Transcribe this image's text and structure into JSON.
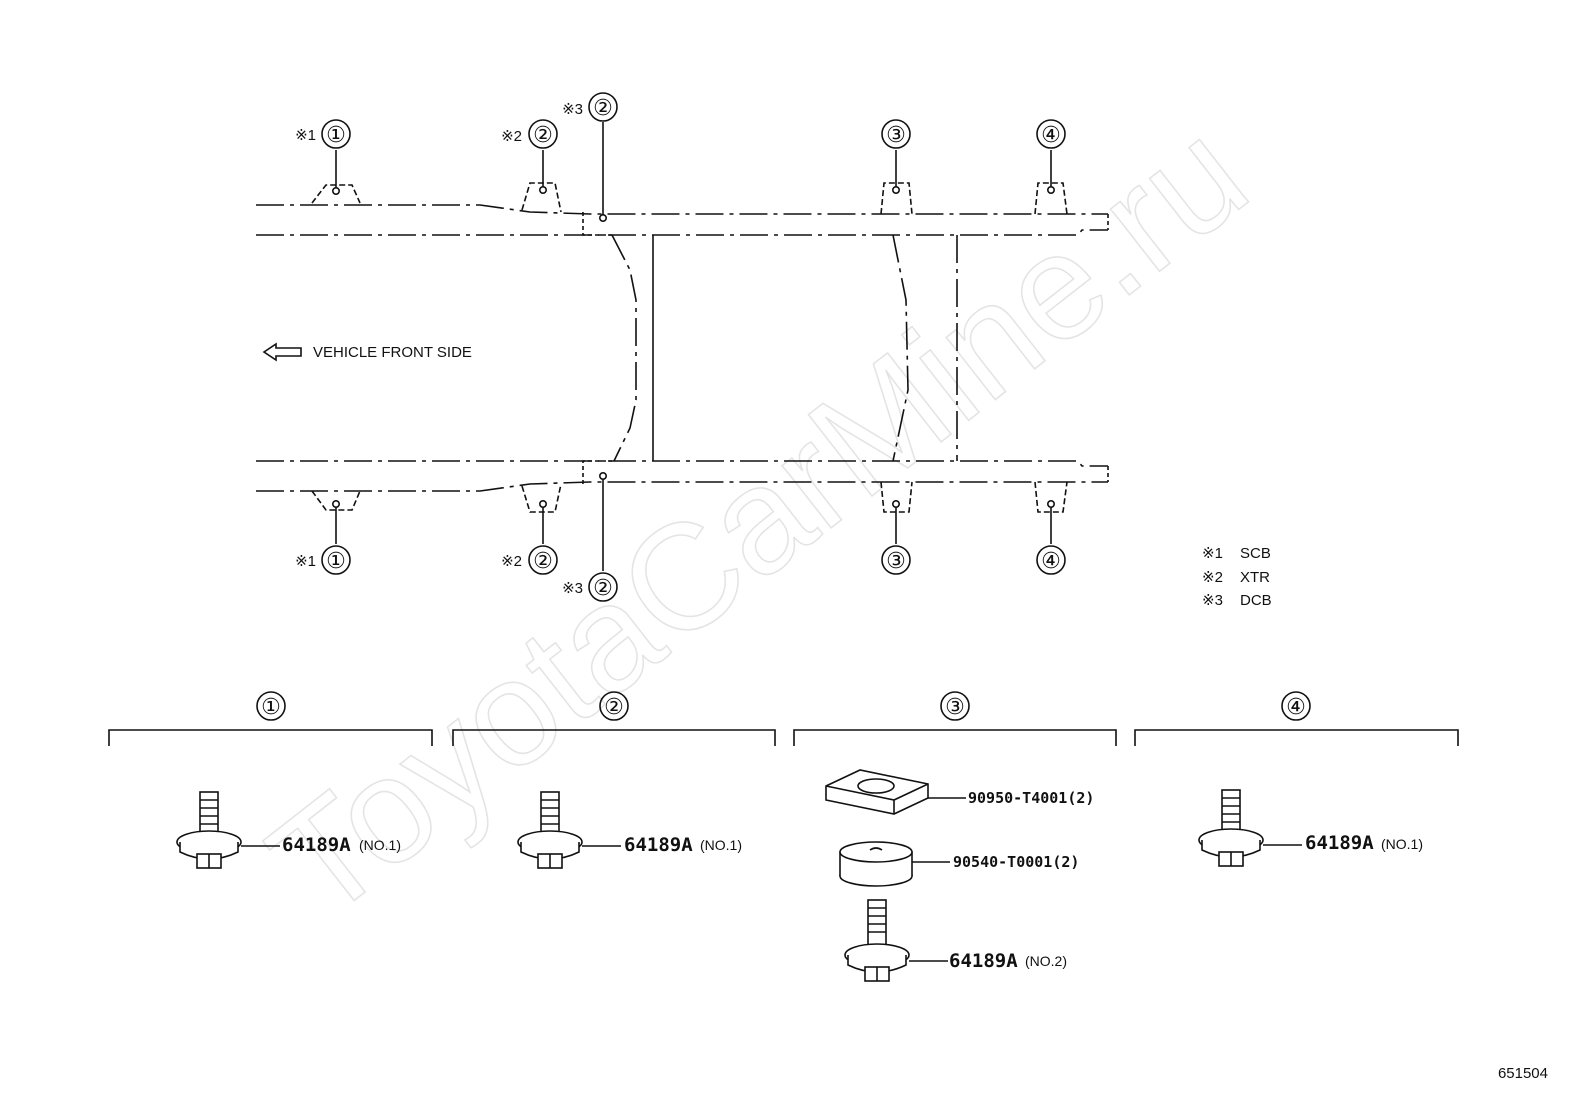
{
  "watermark": {
    "text": "ToyotaCarMine.ru"
  },
  "frame": {
    "direction_label": "VEHICLE FRONT SIDE",
    "callouts_top": [
      {
        "prefix": "※1",
        "num": "①"
      },
      {
        "prefix": "※2",
        "num": "②"
      },
      {
        "prefix": "※3",
        "num": "②"
      },
      {
        "prefix": "",
        "num": "③"
      },
      {
        "prefix": "",
        "num": "④"
      }
    ],
    "callouts_bottom": [
      {
        "prefix": "※1",
        "num": "①"
      },
      {
        "prefix": "※2",
        "num": "②"
      },
      {
        "prefix": "※3",
        "num": "②"
      },
      {
        "prefix": "",
        "num": "③"
      },
      {
        "prefix": "",
        "num": "④"
      }
    ]
  },
  "notes": [
    {
      "mark": "※1",
      "text": "SCB"
    },
    {
      "mark": "※2",
      "text": "XTR"
    },
    {
      "mark": "※3",
      "text": "DCB"
    }
  ],
  "groups": [
    {
      "num": "①",
      "parts": [
        {
          "code": "64189A",
          "note": "(NO.1)"
        }
      ]
    },
    {
      "num": "②",
      "parts": [
        {
          "code": "64189A",
          "note": "(NO.1)"
        }
      ]
    },
    {
      "num": "③",
      "parts": [
        {
          "code": "90950-T4001(2)",
          "note": ""
        },
        {
          "code": "90540-T0001(2)",
          "note": ""
        },
        {
          "code": "64189A",
          "note": "(NO.2)"
        }
      ]
    },
    {
      "num": "④",
      "parts": [
        {
          "code": "64189A",
          "note": "(NO.1)"
        }
      ]
    }
  ],
  "diagram_id": "651504"
}
